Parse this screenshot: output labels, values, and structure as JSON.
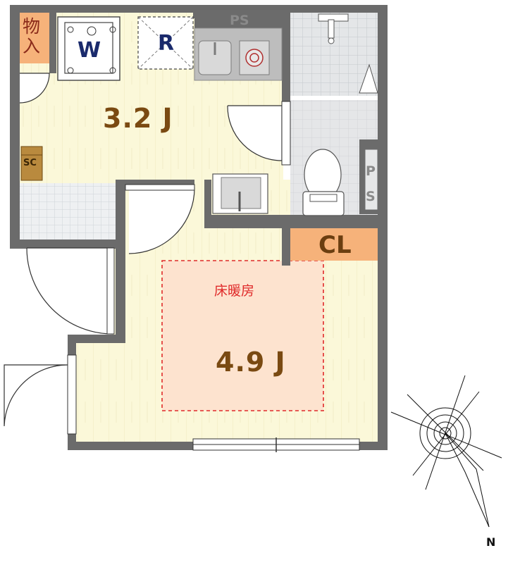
{
  "rooms": {
    "main_size": "4.9 J",
    "kitchen_size": "3.2 J"
  },
  "labels": {
    "storage": "物入",
    "washer": "W",
    "fridge": "R",
    "pipe_space_top": "PS",
    "pipe_space_side_1": "P",
    "pipe_space_side_2": "S",
    "shoe_closet": "SC",
    "closet": "CL",
    "floor_heating": "床暖房"
  },
  "compass": {
    "north_label": "N"
  },
  "colors": {
    "wall": "#6b6b6b",
    "floor": "#fbf8d9",
    "tile": "#e9ecef",
    "closet": "#f6b27a",
    "heating": "#fde3cf",
    "heating_border": "#e02a2a"
  }
}
